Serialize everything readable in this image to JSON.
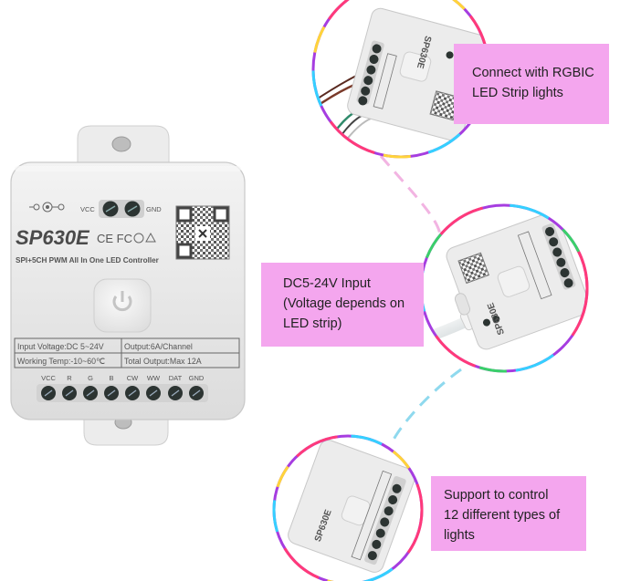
{
  "device": {
    "model": "SP630E",
    "subtitle": "SPI+5CH PWM All In One LED Controller",
    "power_terminals": [
      "VCC",
      "GND"
    ],
    "cert_marks": "CE FC",
    "specs": [
      [
        "Input Voltage:DC 5~24V",
        "Output:6A/Channel"
      ],
      [
        "Working Temp:-10~60℃",
        "Total Output:Max 12A"
      ]
    ],
    "output_terminals": [
      "VCC",
      "R",
      "G",
      "B",
      "CW",
      "WW",
      "DAT",
      "GND"
    ]
  },
  "callouts": {
    "strip": [
      "Connect with RGBIC",
      "LED Strip lights"
    ],
    "input": [
      "DC5-24V Input",
      "(Voltage  depends on",
      "LED strip)"
    ],
    "types": [
      "Support to control",
      "12 different types of",
      "lights"
    ]
  },
  "colors": {
    "callout_bg": "#f4a6ee",
    "device_body": "#e9e9e9",
    "button": "#f1f1f1",
    "dashed_top": "#f2b4e2",
    "dashed_bottom": "#8fd9ee"
  },
  "icons": [
    "power-button-icon",
    "qr-code",
    "dc-polarity-icon",
    "rainbow-ring"
  ]
}
